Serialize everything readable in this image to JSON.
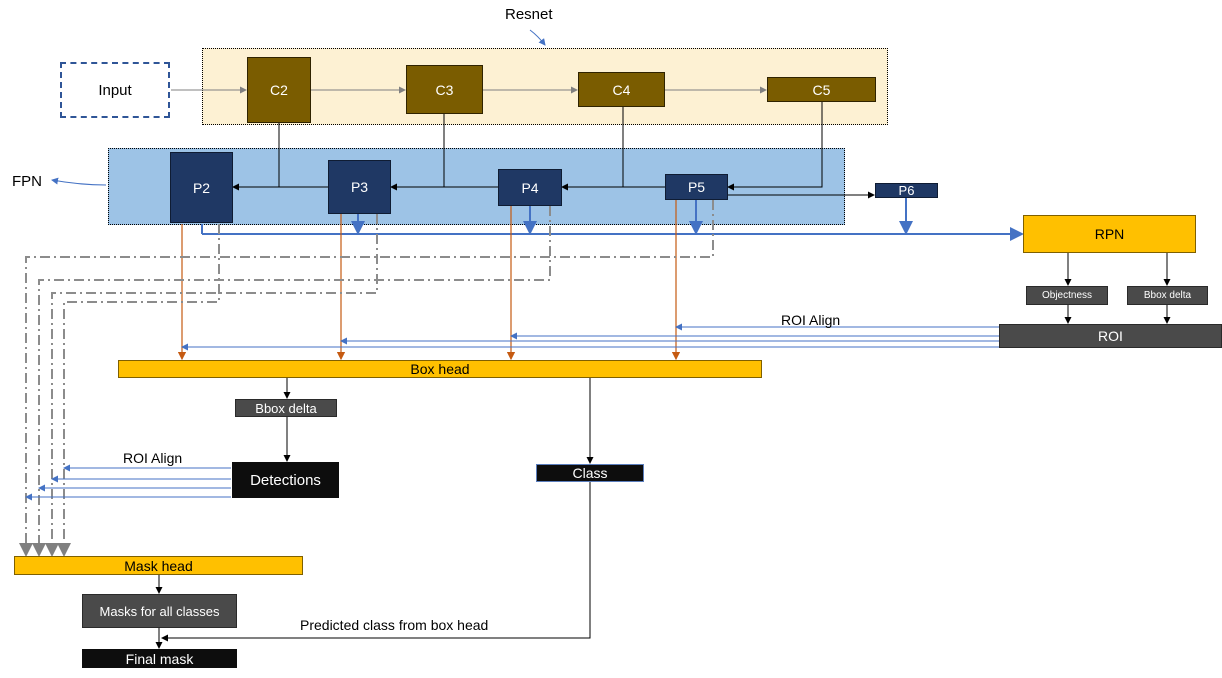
{
  "diagram": {
    "resnet": {
      "title": "Resnet",
      "nodes": [
        "C2",
        "C3",
        "C4",
        "C5"
      ]
    },
    "input_label": "Input",
    "fpn": {
      "title": "FPN",
      "nodes": [
        "P2",
        "P3",
        "P4",
        "P5"
      ],
      "extra": "P6"
    },
    "rpn": {
      "label": "RPN",
      "objectness": "Objectness",
      "bbox_delta": "Bbox delta",
      "roi": "ROI",
      "roi_align": "ROI Align"
    },
    "box_head": {
      "label": "Box head",
      "bbox_delta": "Bbox delta",
      "detections": "Detections",
      "class": "Class",
      "roi_align": "ROI Align"
    },
    "mask_head": {
      "label": "Mask head",
      "masks": "Masks for all classes",
      "final": "Final mask",
      "predicted_class": "Predicted class from box head"
    },
    "colors": {
      "resnet_bg": "#fdf1d3",
      "fpn_bg": "#9dc3e6",
      "brown": "#7a5c00",
      "navy": "#1f3864",
      "gold": "#ffc000",
      "blue_line": "#4472c4",
      "orange_line": "#c55a11",
      "gray_dash": "#8c8c8c"
    }
  }
}
